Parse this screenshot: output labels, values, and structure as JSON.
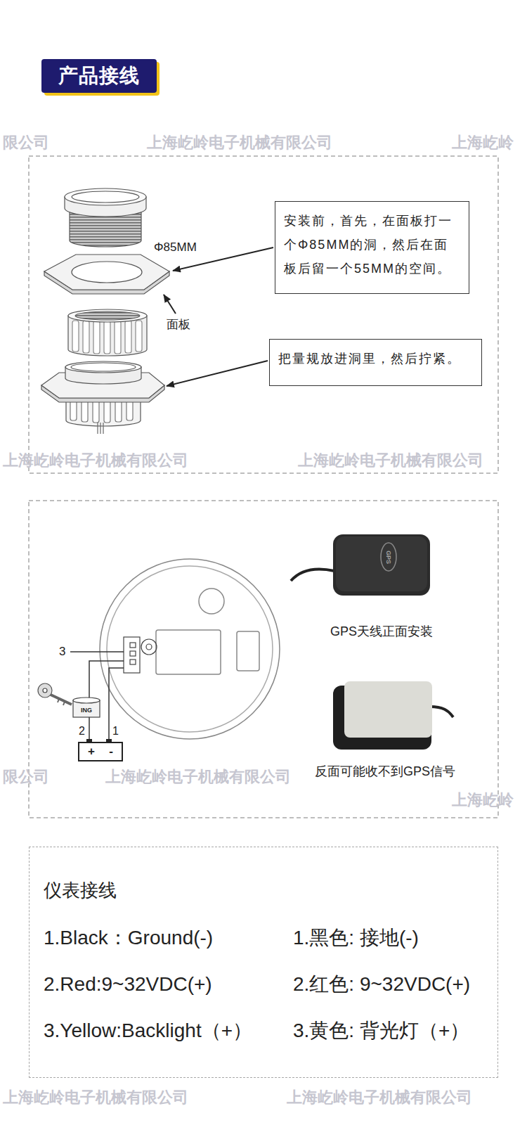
{
  "diagram": {
    "title": "产品接线",
    "nodes": [
      {
        "text": [
          "安装前，首先，在面板打一个Φ85MM的洞，然后在面板后留一个55MM的空间。"
        ]
      },
      {
        "text": [
          "把量规放进洞里，然后拧紧。"
        ]
      },
      {
        "text": [
          "仪表接线",
          "1.Black：Ground(-)",
          "1.黑色: 接地(-)",
          "2.Red:9~32VDC(+)",
          "2.红色: 9~32VDC(+)",
          "3.Yellow:Backlight（+）",
          "3.黄色: 背光灯（+）"
        ]
      }
    ],
    "labels": [
      "限公司",
      "上海屹岭电子机械有限公司",
      "上海屹岭",
      "Φ85MM",
      "面板",
      "上海屹岭电子机械有限公司",
      "上海屹岭电子机械有限公司",
      "GPS",
      "GPS天线正面安装",
      "3",
      "ING",
      "2",
      "1",
      "+",
      "-",
      "反面可能收不到GPS信号",
      "限公司",
      "上海屹岭电子机械有限公司",
      "上海屹岭",
      "上海屹岭电子机械有限公司",
      "上海屹岭电子机械有限公司"
    ]
  }
}
